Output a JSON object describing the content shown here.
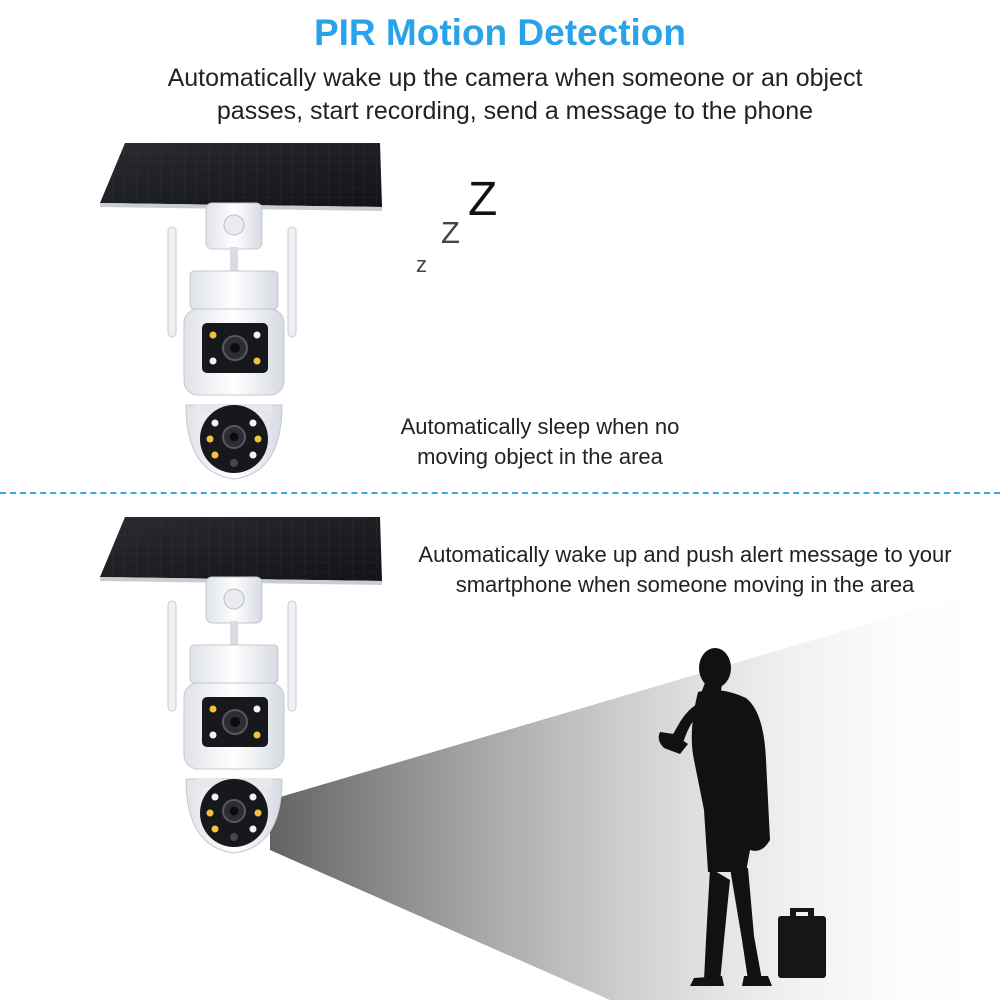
{
  "header": {
    "title": "PIR Motion Detection",
    "subtitle_line1": "Automatically wake up the camera when someone or an object",
    "subtitle_line2": "passes, start recording, send a message to the phone"
  },
  "sleep_panel": {
    "sleep_glyph_small": "z",
    "sleep_glyph_mid": "Z",
    "sleep_glyph_big": "Z",
    "caption_line1": "Automatically sleep when no",
    "caption_line2": "moving object in the area"
  },
  "alert_panel": {
    "caption_line1": "Automatically wake up and push alert message to your",
    "caption_line2": "smartphone when someone moving in the area"
  },
  "colors": {
    "title": "#29a3e8",
    "divider": "#39a9e0",
    "solar_panel": "#1c1d20",
    "silhouette": "#111111",
    "led_warm": "#f2c23a"
  },
  "icons": {
    "camera": "solar-ptz-camera-icon",
    "person": "person-silhouette-icon",
    "bag": "briefcase-icon"
  }
}
